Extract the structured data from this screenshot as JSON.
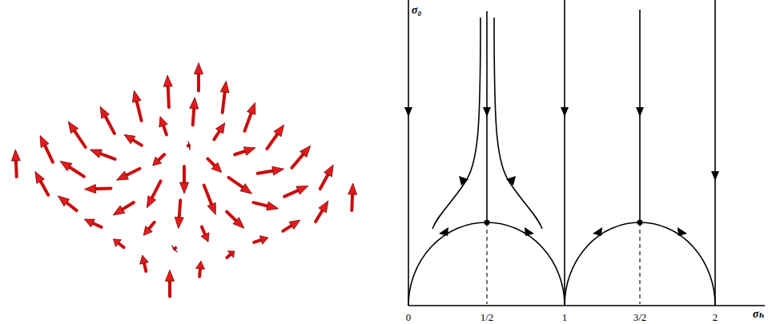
{
  "diagram": {
    "labels": [
      "σ₀",
      "0",
      "1/2",
      "1",
      "3/2",
      "2",
      "σₕ"
    ]
  }
}
